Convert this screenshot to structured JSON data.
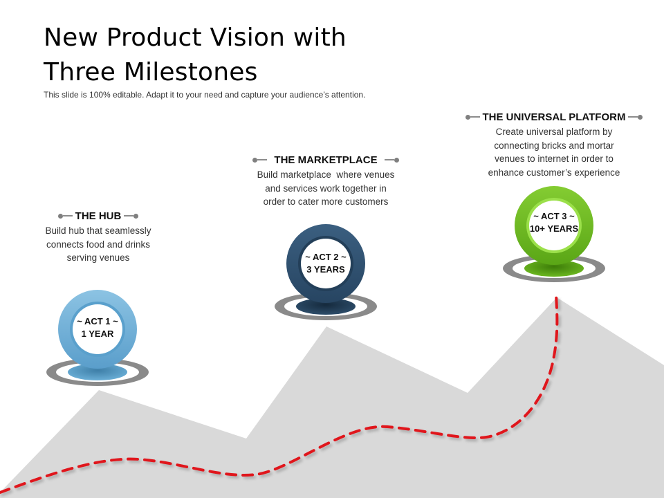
{
  "slide": {
    "title_line1": "New Product Vision with",
    "title_line2": "Three Milestones",
    "subtitle": "This slide is 100% editable. Adapt it to your need and capture your audience’s attention."
  },
  "milestones": [
    {
      "heading": "THE HUB",
      "description_lines": [
        "Build hub that seamlessly",
        "connects food and drinks",
        "serving venues"
      ],
      "act": "~ ACT 1 ~",
      "duration": "1 YEAR",
      "color": "#6aaed6",
      "color_dark": "#4a8fbc"
    },
    {
      "heading": "THE MARKETPLACE",
      "description_lines": [
        "Build marketplace  where venues",
        "and services work together in",
        "order to cater more customers"
      ],
      "act": "~ ACT 2 ~",
      "duration": "3 YEARS",
      "color": "#2d4d6a",
      "color_dark": "#1e3850"
    },
    {
      "heading": "THE UNIVERSAL PLATFORM",
      "description_lines": [
        "Create universal platform by",
        "connecting bricks and mortar",
        "venues to internet in order to",
        "enhance customer’s experience"
      ],
      "act": "~ ACT 3 ~",
      "duration": "10+ YEARS",
      "color": "#6cb820",
      "color_dark": "#4e9410"
    }
  ],
  "colors": {
    "mountain": "#d9d9d9",
    "path": "#e0141b",
    "ring_gray": "#8a8a8a",
    "connector": "#7f7f7f"
  }
}
